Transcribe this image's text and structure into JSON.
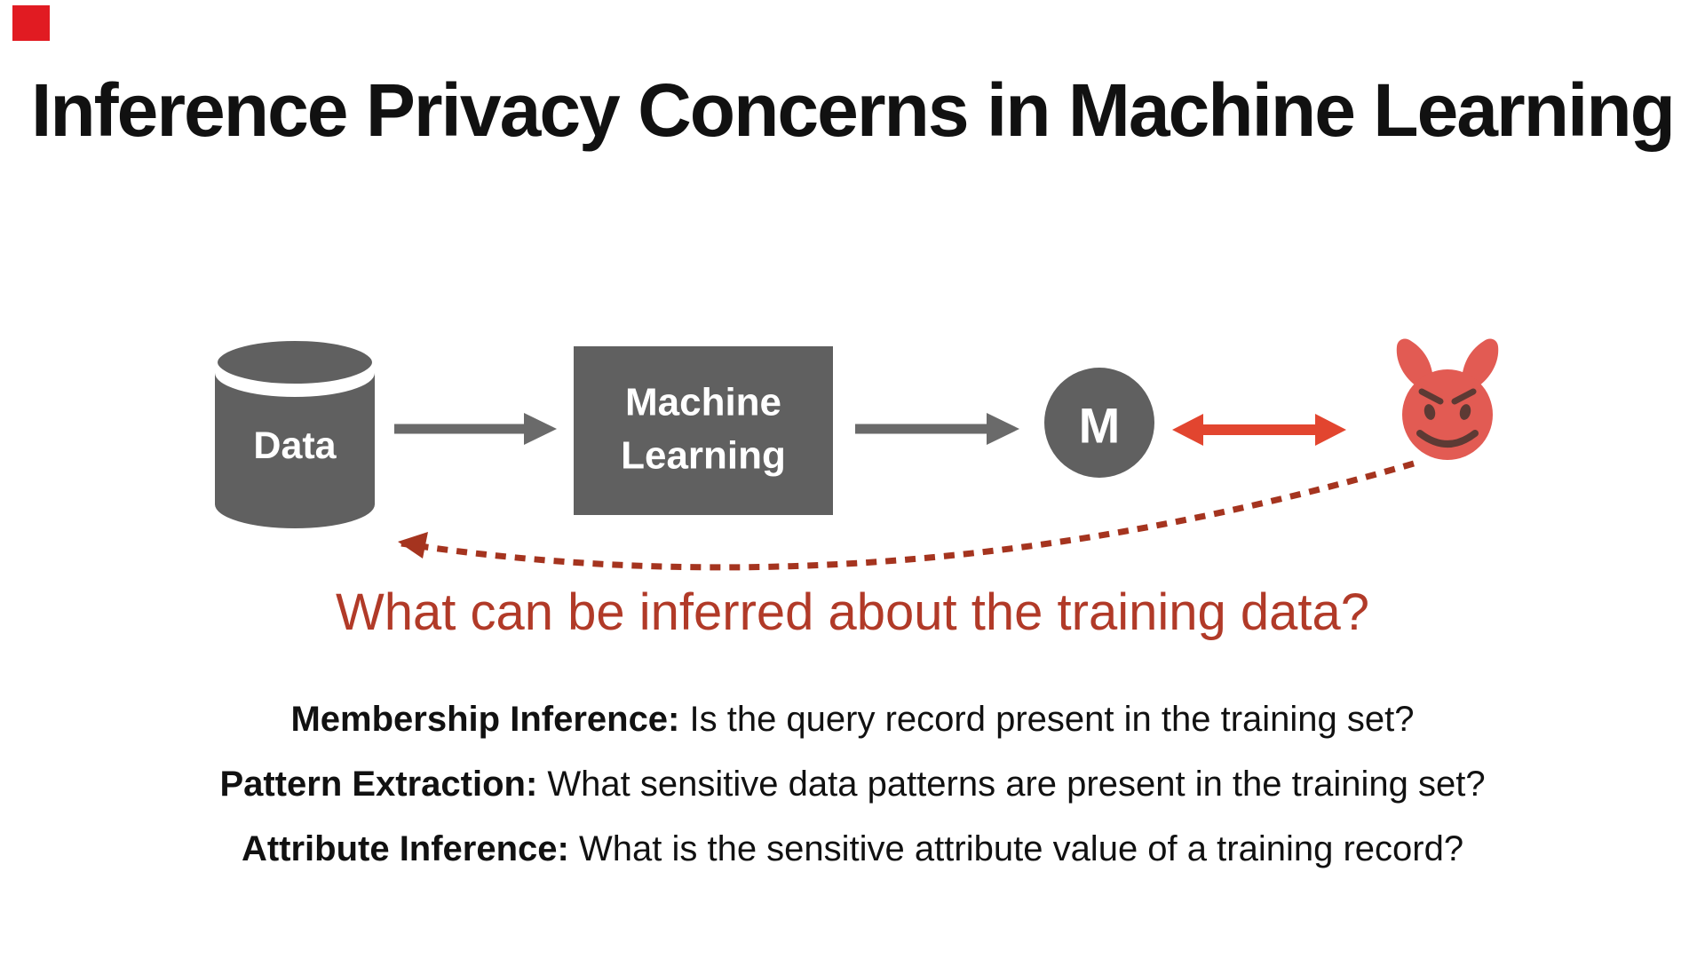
{
  "slide": {
    "title": "Inference Privacy Concerns in Machine Learning",
    "question": "What can be inferred about the training data?"
  },
  "diagram": {
    "data_store_label": "Data",
    "ml_lines": [
      "Machine",
      "Learning"
    ],
    "model_label": "M",
    "icons": {
      "adversary": "devil-smiling-face-with-horns-emoji",
      "data_store": "database-cylinder",
      "flow": "right-arrow",
      "attack_channel": "double-headed-arrow",
      "inference_leak": "dashed-curved-arrow-back-to-data"
    }
  },
  "bullets": [
    {
      "label": "Membership Inference:",
      "text": " Is the query record present in the training set?"
    },
    {
      "label": "Pattern Extraction:",
      "text": " What sensitive data patterns are present in the training set?"
    },
    {
      "label": "Attribute Inference:",
      "text": " What is the sensitive attribute value of a training record?"
    }
  ],
  "colors": {
    "shape_gray": "#606060",
    "arrow_gray": "#6a6a6a",
    "attack_arrow_red": "#e2452f",
    "dashed_arrow_red": "#a5341f",
    "question_red": "#b13a28",
    "title_black": "#111111",
    "devil_face_red": "#e25b53",
    "devil_feature_brown": "#5d3a34",
    "corner_marker_red": "#e11b22"
  }
}
